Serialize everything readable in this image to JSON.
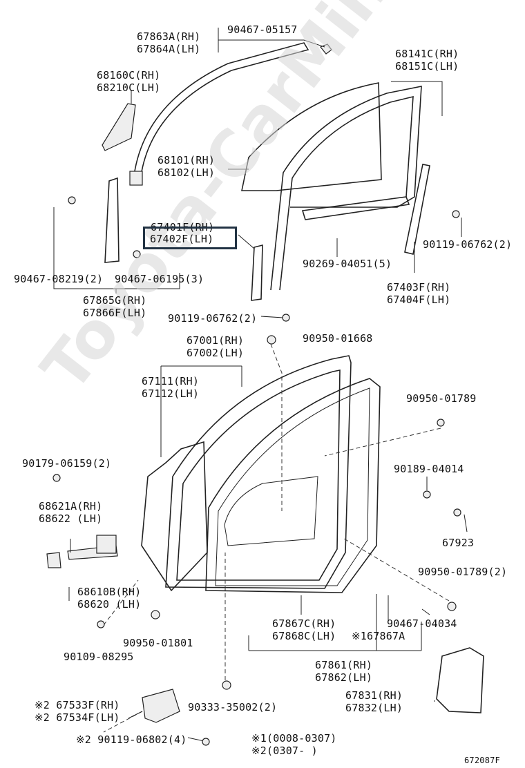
{
  "watermark": "Toyota-CarMine.ru",
  "parts": {
    "p67863a": "67863A(RH)",
    "p67864a": "67864A(LH)",
    "p90467_05157": "90467-05157",
    "p68141c": "68141C(RH)",
    "p68151c": "68151C(LH)",
    "p68160c": "68160C(RH)",
    "p68210c": "68210C(LH)",
    "p68101": "68101(RH)",
    "p68102": "68102(LH)",
    "p67401f": "67401F(RH)",
    "p67402f": "67402F(LH)",
    "p90119_06762_a": "90119-06762(2)",
    "p90269_04051": "90269-04051(5)",
    "p67403f": "67403F(RH)",
    "p67404f": "67404F(LH)",
    "p90467_08219": "90467-08219(2)",
    "p90467_06195": "90467-06195(3)",
    "p67865g": "67865G(RH)",
    "p67866f": "67866F(LH)",
    "p90119_06762_b": "90119-06762(2)",
    "p67001": "67001(RH)",
    "p67002": "67002(LH)",
    "p90950_01668": "90950-01668",
    "p67111": "67111(RH)",
    "p67112": "67112(LH)",
    "p90950_01789_a": "90950-01789",
    "p90179_06159": "90179-06159(2)",
    "p90189_04014": "90189-04014",
    "p68621a": "68621A(RH)",
    "p68622": "68622  (LH)",
    "p67923": "67923",
    "p90950_01789_b": "90950-01789(2)",
    "p68610b": "68610B(RH)",
    "p68620": "68620  (LH)",
    "p67867c": "67867C(RH)",
    "p90467_04034": "90467-04034",
    "p67868c": "67868C(LH)",
    "p67867a": "※167867A",
    "p90950_01801": "90950-01801",
    "p90109_08295": "90109-08295",
    "p67861": "67861(RH)",
    "p67862": "67862(LH)",
    "p67831": "67831(RH)",
    "p67832": "67832(LH)",
    "p67533f": "※2 67533F(RH)",
    "p67534f": "※2 67534F(LH)",
    "p90333_35002": "90333-35002(2)",
    "p90119_06802": "※2 90119-06802(4)"
  },
  "notes": {
    "note1": "※1(0008-0307)",
    "note2": "※2(0307-        )"
  },
  "diagram_code": "672087F",
  "highlight_color": "#223344"
}
